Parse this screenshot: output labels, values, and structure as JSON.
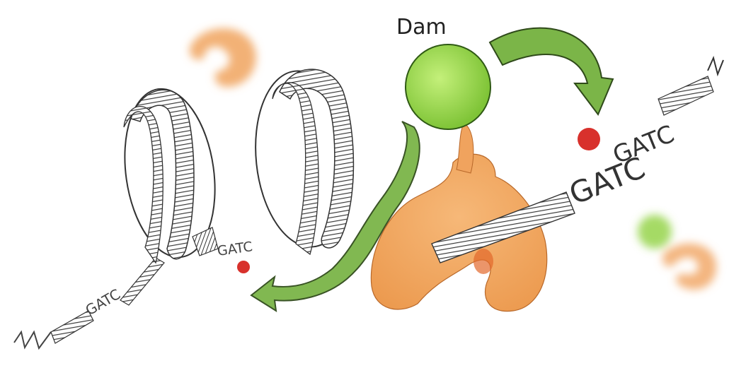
{
  "labels": {
    "enzyme": "Dam",
    "site_main": "GATC",
    "site_upper": "GATC",
    "site_middle": "GATC",
    "site_lower": "GATC"
  },
  "colors": {
    "orange_protein": "#F0A35E",
    "green_domain": "#8FD13F",
    "green_arrow": "#7BB548",
    "methyl_red": "#D8312C",
    "dna_gray": "#555555",
    "outline": "#3a3a3a"
  },
  "icons": {
    "enzyme_body": "orange-protein-shape",
    "enzyme_head": "green-sphere",
    "methyl_mark": "red-dot",
    "nucleosome": "dna-wrapped-histone"
  }
}
